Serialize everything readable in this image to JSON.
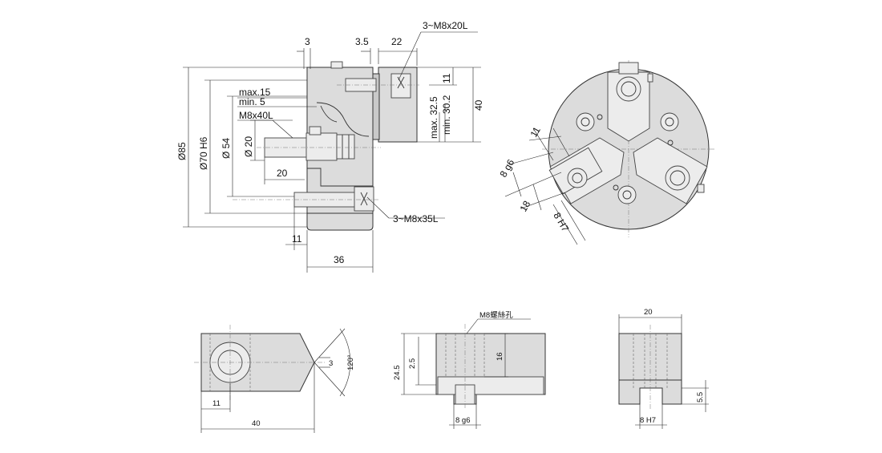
{
  "labels": {
    "side_top_3": "3",
    "side_top_3_5": "3.5",
    "side_top_22": "22",
    "thread_top": "3~M8x20L",
    "dim_11_top": "11",
    "stroke_max": "max. 32.5",
    "stroke_min": "min. 30.2",
    "dim_40_right": "40",
    "max15": "max.15",
    "min5": "min. 5",
    "m8x40l": "M8x40L",
    "dia85": "Ø85",
    "dia70": "Ø70 H6",
    "dia54": "Ø 54",
    "dia20": "Ø 20",
    "dim_20_side": "20",
    "thread_bottom": "3~M8x35L",
    "dim_11_bottom": "11",
    "dim_36": "36",
    "front_11": "11",
    "front_8g6": "8 g6",
    "front_18": "18",
    "front_8h7": "8 H7",
    "jaw_3": "3",
    "jaw_120": "120°",
    "jaw_11": "11",
    "jaw_40": "40",
    "m8_hole": "M8螺絲孔",
    "mid_24_5": "24.5",
    "mid_2_5": "2.5",
    "mid_16": "16",
    "mid_8g6": "8 g6",
    "right_20": "20",
    "right_5_5": "5.5",
    "right_8h7": "8 H7"
  },
  "colors": {
    "part_fill": "#dcdcdc",
    "line": "#333333",
    "background": "#ffffff"
  }
}
